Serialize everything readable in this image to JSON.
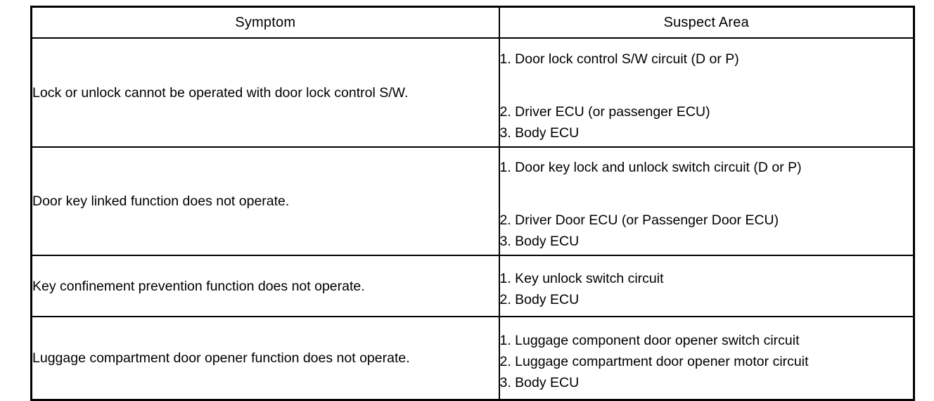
{
  "table": {
    "columns": [
      {
        "key": "symptom",
        "header": "Symptom"
      },
      {
        "key": "suspect_area",
        "header": "Suspect Area"
      }
    ],
    "rows": [
      {
        "symptom": "Lock or unlock cannot be operated with door lock control S/W.",
        "suspect_area": [
          "1. Door lock control S/W circuit (D or P)",
          "2. Driver ECU (or passenger ECU)",
          "3. Body ECU"
        ]
      },
      {
        "symptom": "Door key linked function does not operate.",
        "suspect_area": [
          "1. Door key lock and unlock switch circuit (D or P)",
          "2. Driver Door ECU (or Passenger Door ECU)",
          "3. Body ECU"
        ]
      },
      {
        "symptom": "Key confinement prevention function does not operate.",
        "suspect_area": [
          "1. Key unlock switch circuit",
          "2. Body ECU"
        ]
      },
      {
        "symptom": "Luggage compartment door opener function does not operate.",
        "suspect_area": [
          "1. Luggage component door opener switch circuit",
          "2. Luggage compartment door opener motor circuit",
          "3. Body ECU"
        ]
      }
    ]
  },
  "colors": {
    "page_background": "#ffffff",
    "text": "#000000",
    "border": "#000000"
  }
}
